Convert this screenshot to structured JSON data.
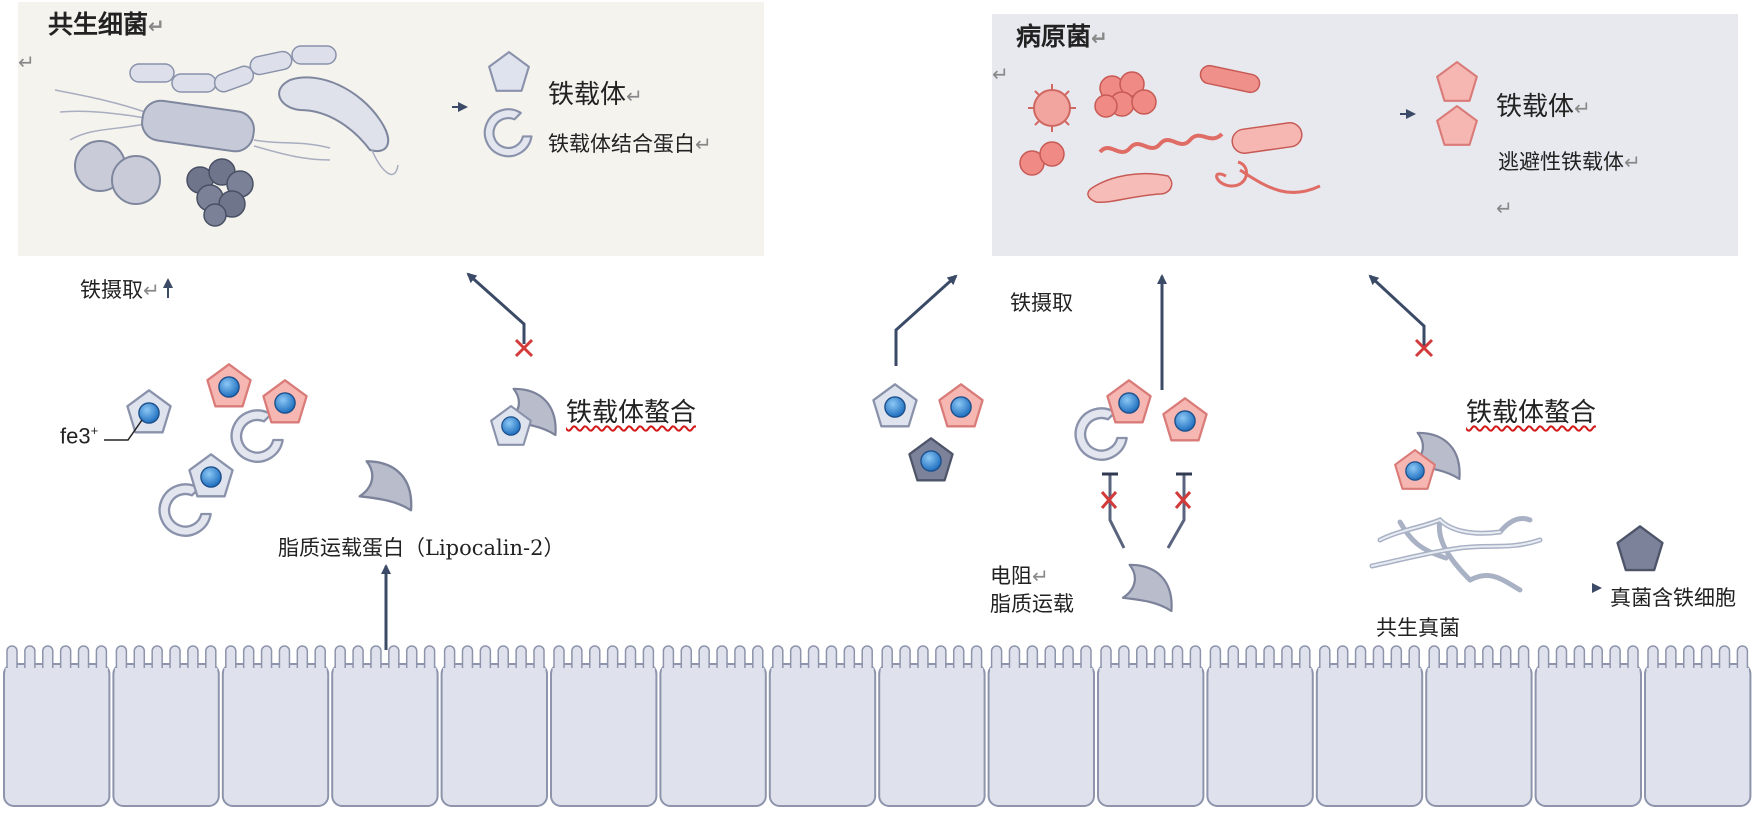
{
  "commensal_panel": {
    "title": "共生细菌",
    "siderophore_label": "铁载体",
    "binding_protein_label": "铁载体结合蛋白"
  },
  "pathogen_panel": {
    "title": "病原菌",
    "siderophore_label": "铁载体",
    "stealth_label": "逃避性铁载体"
  },
  "labels": {
    "iron_uptake": "铁摄取",
    "iron_uptake_2": "铁摄取",
    "chelation_left": "铁载体螯合",
    "chelation_right": "铁载体螯合",
    "lipocalin": "脂质运载蛋白（Lipocalin-2）",
    "resist_line1": "电阻",
    "resist_line2": "脂质运载",
    "commensal_fungi": "共生真菌",
    "fungal_iron": "真菌含铁细胞",
    "fe3_base": "fe3",
    "fe3_charge": "+"
  },
  "return_mark": "↵",
  "colors": {
    "commensal_bg": "#f4f3ee",
    "pathogen_bg": "#e8e9ef",
    "arrow": "#3b4a66",
    "block_x": "#d33b3b",
    "iron_blue": "#3a8fd6",
    "pathogen_pink": "#f3a7a5",
    "commensal_gray": "#c0c4d2"
  }
}
